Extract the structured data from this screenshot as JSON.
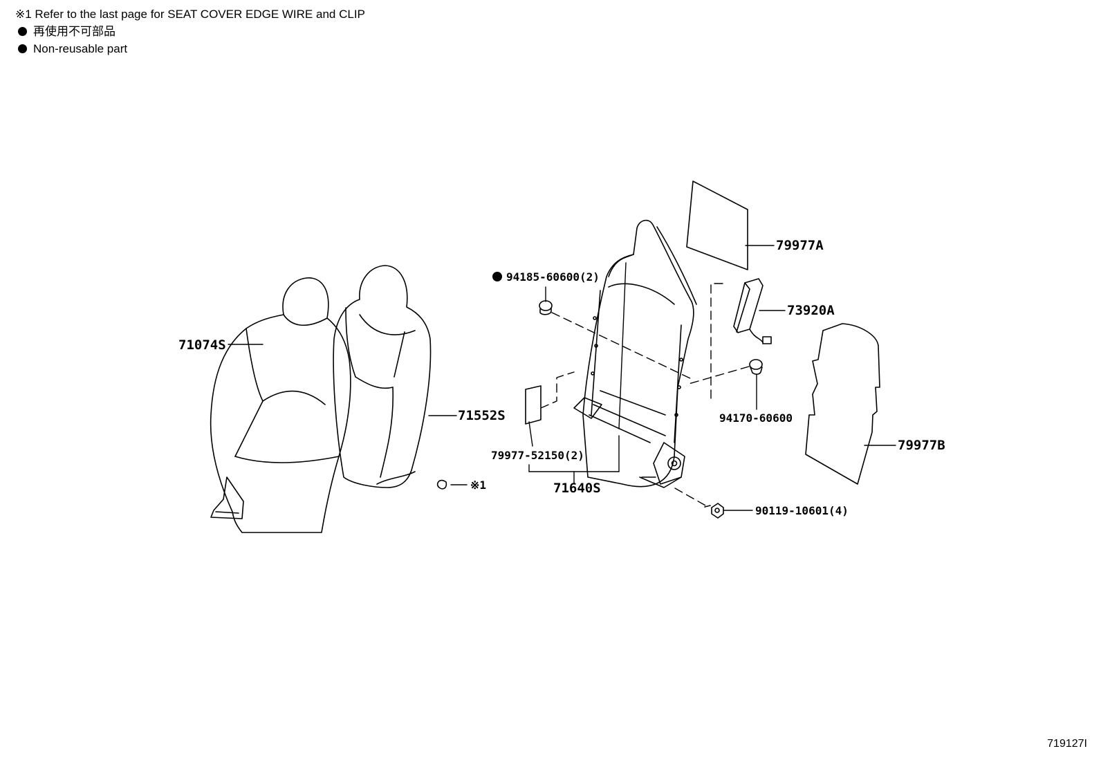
{
  "notes": {
    "line1": "※1  Refer to the last page for SEAT COVER EDGE WIRE and CLIP",
    "line2": "再使用不可部品",
    "line3": "Non-reusable part"
  },
  "parts": {
    "p71074S": "71074S",
    "p71552S": "71552S",
    "ref1": "※1",
    "p94185": "94185-60600(2)",
    "p79977A": "79977A",
    "p73920A": "73920A",
    "p94170": "94170-60600",
    "p79977_52150": "79977-52150(2)",
    "p71640S": "71640S",
    "p79977B": "79977B",
    "p90119": "90119-10601(4)"
  },
  "sheet_code": "719127I"
}
